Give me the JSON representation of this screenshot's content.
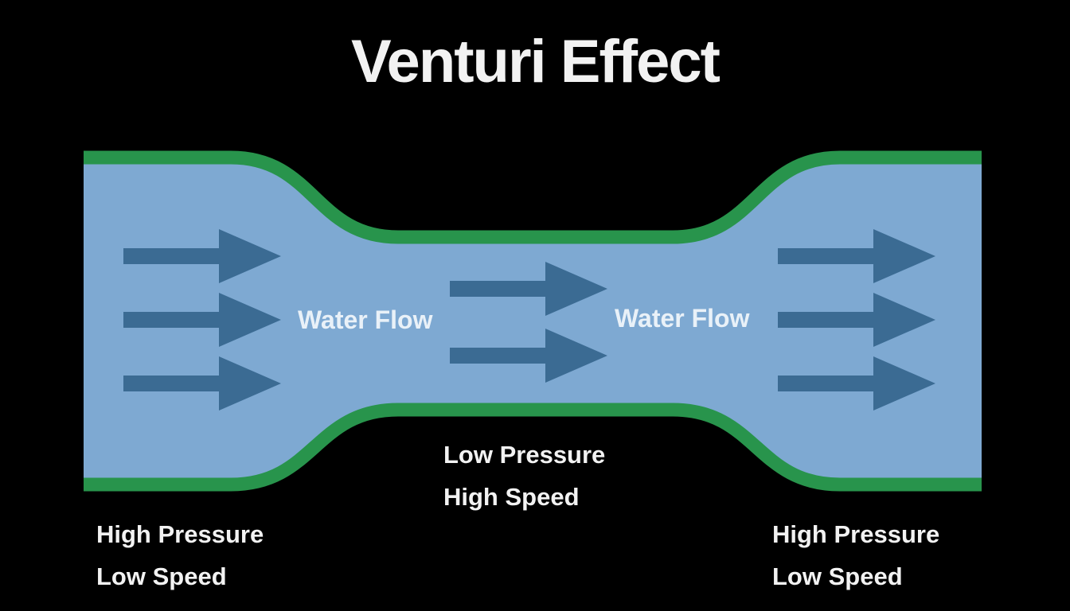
{
  "title": "Venturi Effect",
  "colors": {
    "background": "#000000",
    "pipe_fill": "#7ea9d2",
    "pipe_border": "#28944c",
    "arrow_fill": "#3b6b93",
    "title_text": "#f2f2f2",
    "flow_label_text": "#e9f1f8",
    "annotation_text": "#f2f2f2"
  },
  "icons": {
    "flow_arrow": "→"
  },
  "flow_labels": {
    "left": "Water Flow",
    "right": "Water Flow"
  },
  "annotations": {
    "inlet": {
      "line1": "High Pressure",
      "line2": "Low Speed"
    },
    "throat": {
      "line1": "Low Pressure",
      "line2": "High Speed"
    },
    "outlet": {
      "line1": "High Pressure",
      "line2": "Low Speed"
    }
  }
}
